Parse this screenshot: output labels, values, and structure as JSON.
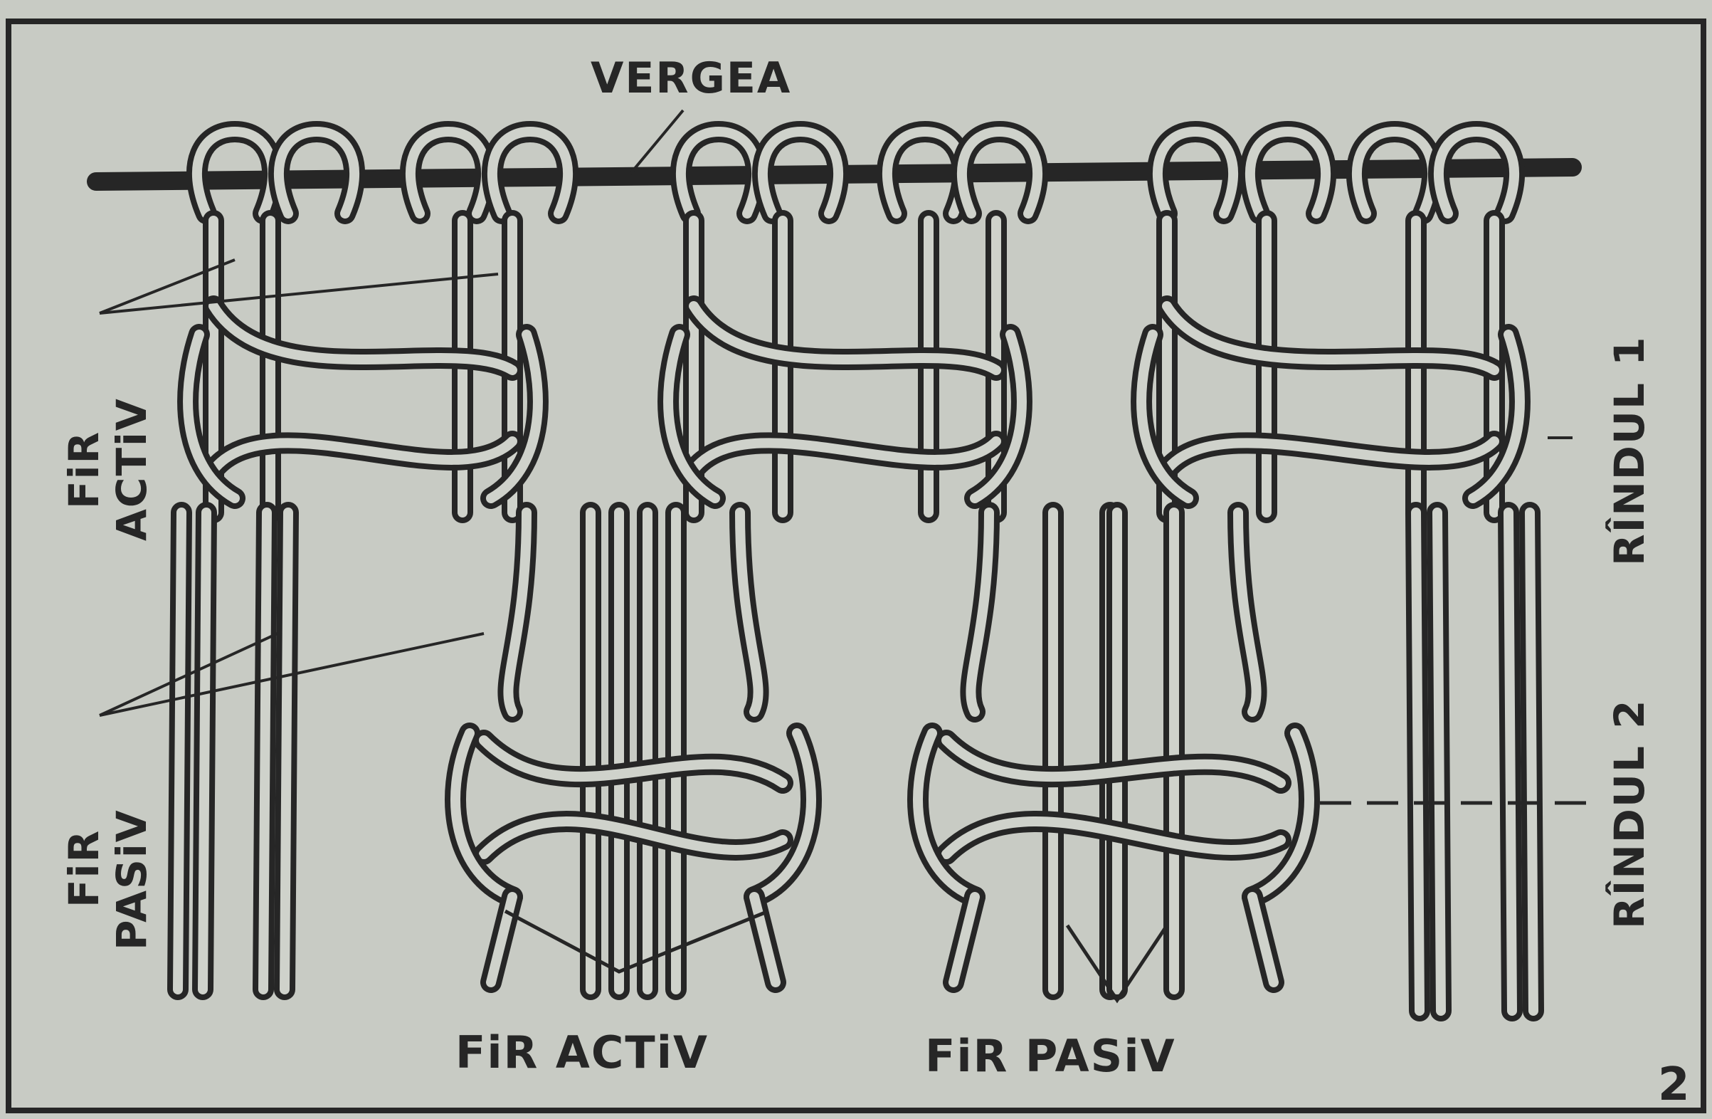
{
  "labels": {
    "rod": "VERGEA",
    "active_left_1": "FiR",
    "active_left_2": "ACTiV",
    "passive_left_1": "FiR",
    "passive_left_2": "PASiV",
    "active_bottom": "FiR ACTiV",
    "passive_bottom": "FiR PASiV",
    "row1": "RÎNDUL 1",
    "row2": "RÎNDUL 2",
    "figure_number": "2"
  },
  "colors": {
    "ink": "#262626",
    "paper": "#c8cbc4",
    "cord_fill": "#cfd2cb"
  }
}
